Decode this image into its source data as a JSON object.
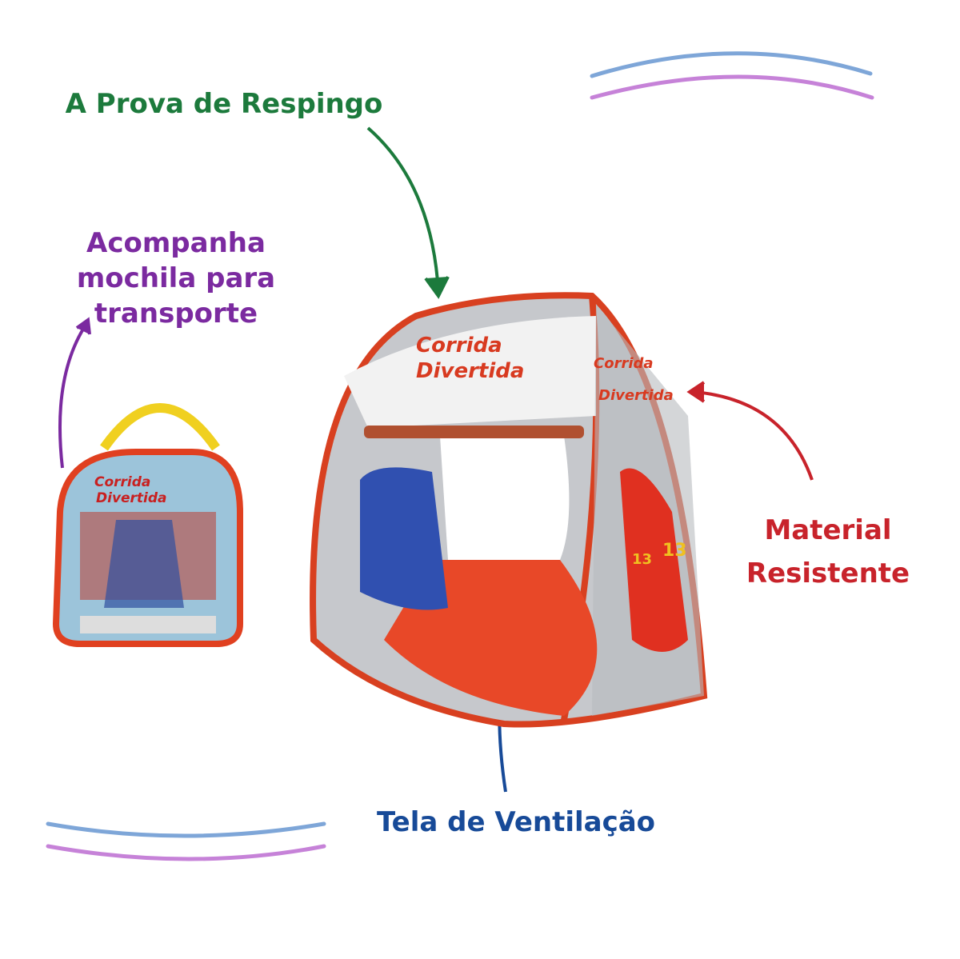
{
  "callouts": {
    "splash": {
      "text": "A Prova de Respingo",
      "color": "#1c7a3c"
    },
    "backpack": {
      "lines": [
        "Acompanha",
        "mochila para",
        "transporte"
      ],
      "color": "#7b2aa0"
    },
    "material": {
      "lines": [
        "Material",
        "Resistente"
      ],
      "color": "#c8232b"
    },
    "ventilation": {
      "text": "Tela de Ventilação",
      "color": "#174a98"
    }
  },
  "tent": {
    "print_title": [
      "Corrida",
      "Divertida"
    ],
    "car_numbers": [
      "13",
      "13"
    ]
  },
  "bag": {
    "print_title": [
      "Corrida",
      "Divertida"
    ]
  }
}
